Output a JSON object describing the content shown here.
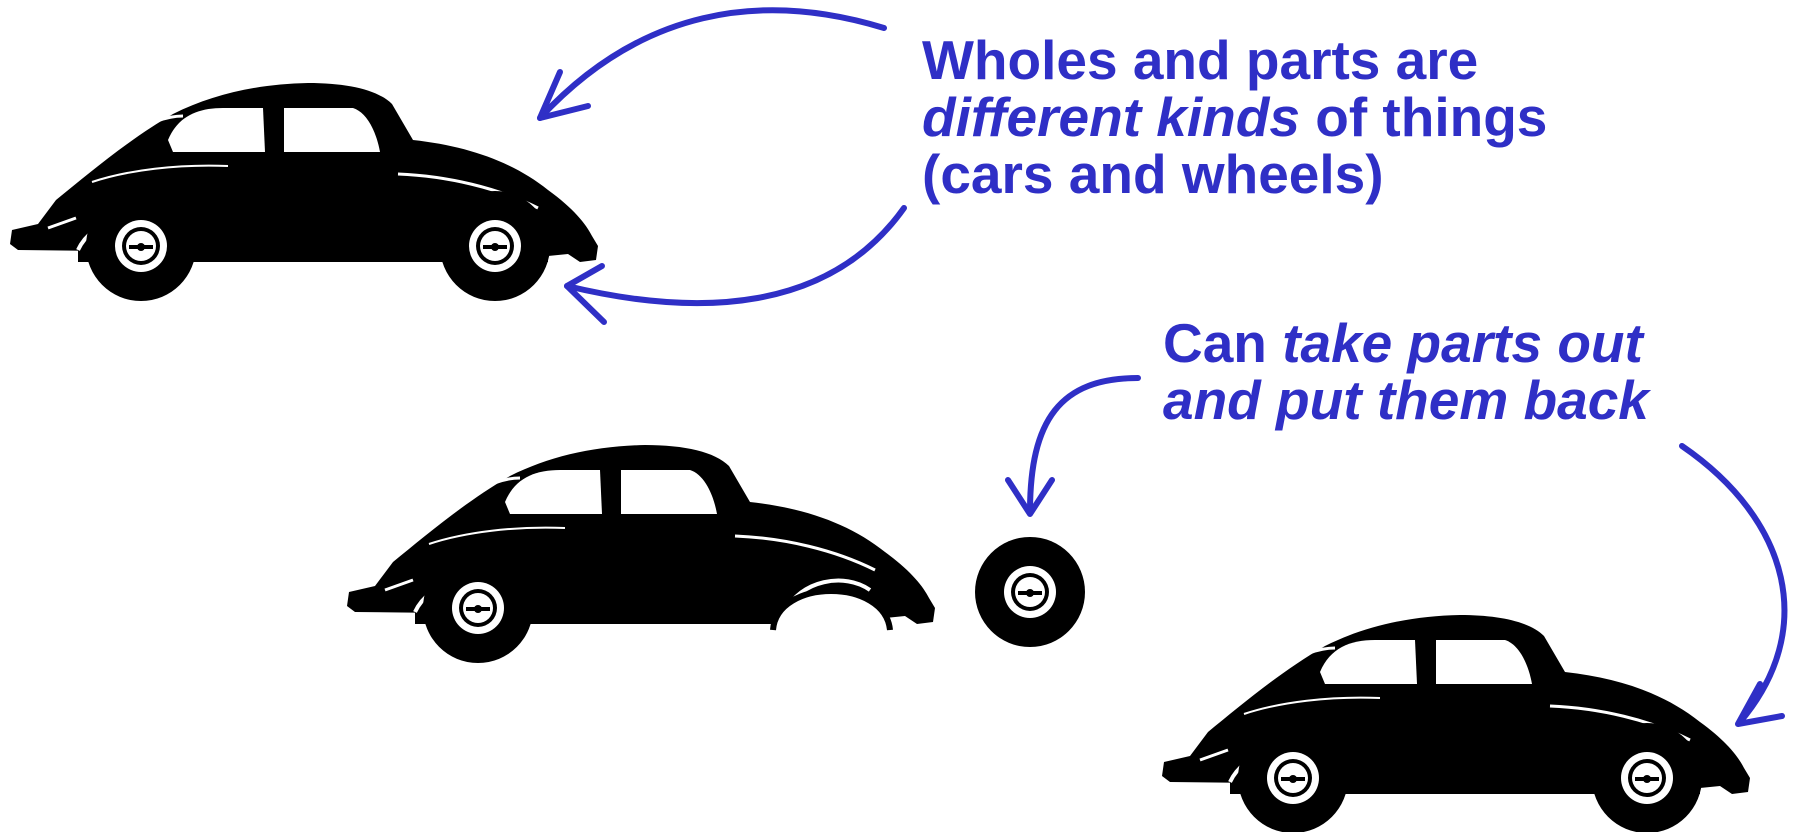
{
  "colors": {
    "accent": "#2f2fc6",
    "car": "#000000",
    "background": "#ffffff"
  },
  "captions": {
    "wholes_parts": {
      "line1": "Wholes and parts are",
      "line2_em": "different kinds",
      "line2_rest": " of things",
      "line3": "(cars and wheels)"
    },
    "take_parts": {
      "line1_plain": "Can ",
      "line1_em": "take parts out",
      "line2_em": "and put them back"
    }
  },
  "figures": [
    {
      "name": "complete car",
      "wheels_attached": 2
    },
    {
      "name": "car with rear wheel removed",
      "wheels_attached": 1
    },
    {
      "name": "detached wheel"
    },
    {
      "name": "reassembled car",
      "wheels_attached": 2
    }
  ]
}
